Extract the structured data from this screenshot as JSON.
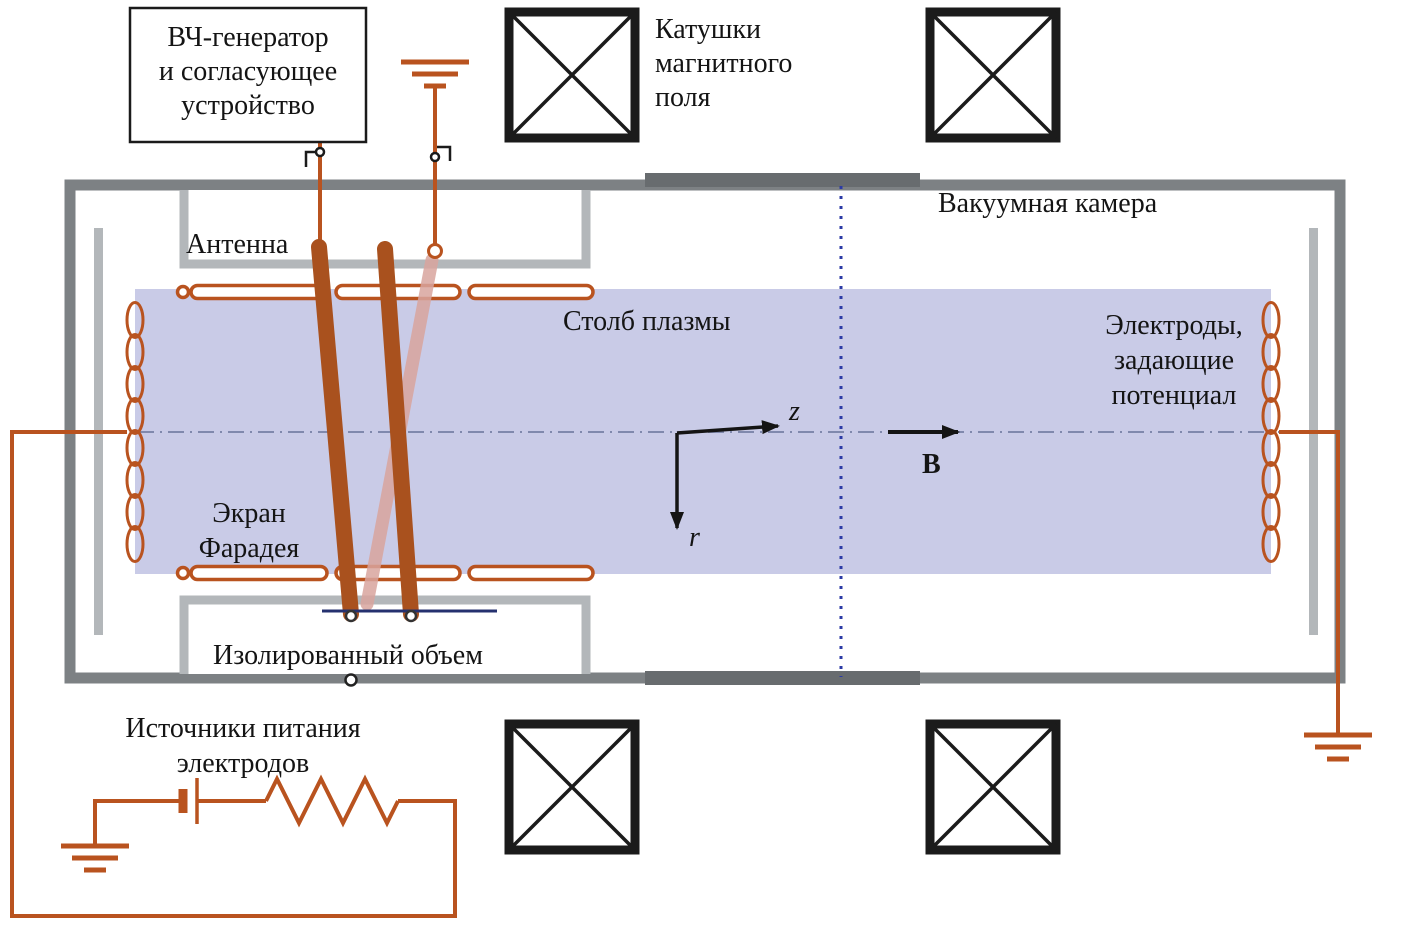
{
  "labels": {
    "rf_generator": [
      "ВЧ-генератор",
      "и согласующее",
      "устройство"
    ],
    "magnet_coils": [
      "Катушки",
      "магнитного",
      "поля"
    ],
    "vacuum_chamber": "Вакуумная камера",
    "antenna": "Антенна",
    "plasma_column": "Столб плазмы",
    "electrodes": [
      "Электроды,",
      "задающие",
      "потенциал"
    ],
    "faraday_screen": [
      "Экран",
      "Фарадея"
    ],
    "isolated_volume": "Изолированный объем",
    "power_supplies": [
      "Источники питания",
      "электродов"
    ],
    "axis_z": "z",
    "axis_r": "r",
    "b_field": "B"
  },
  "colors": {
    "accent_orange": "#b9531f",
    "antenna_rod_dark": "#a9511e",
    "antenna_rod_back": "#d9a59e",
    "plasma_fill": "#c9cbe7",
    "chamber_gray": "#7d8184",
    "flange_gray": "#686c6f",
    "inner_gray": "#b3b7ba",
    "midplane_blue": "#2b3aa5",
    "axis_dashdot": "#8089ad",
    "isolated_navy": "#25316f",
    "symbol_black": "#1b1b1b"
  }
}
